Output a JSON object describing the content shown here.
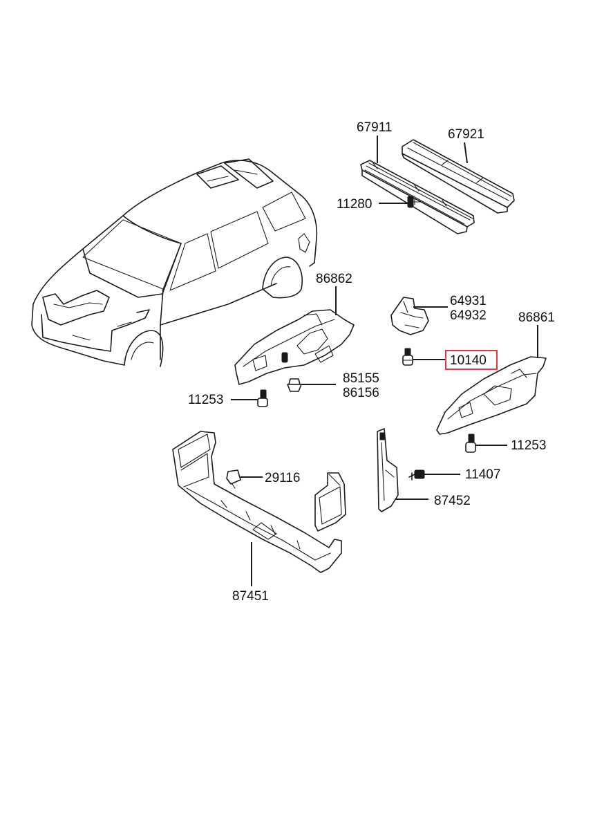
{
  "parts": [
    {
      "id": "p67911",
      "number": "67911"
    },
    {
      "id": "p67921",
      "number": "67921"
    },
    {
      "id": "p11280",
      "number": "11280"
    },
    {
      "id": "p86862",
      "number": "86862"
    },
    {
      "id": "p64931",
      "number": "64931"
    },
    {
      "id": "p64932",
      "number": "64932"
    },
    {
      "id": "p86861",
      "number": "86861"
    },
    {
      "id": "p10140",
      "number": "10140",
      "highlighted": true
    },
    {
      "id": "p85155",
      "number": "85155"
    },
    {
      "id": "p86156",
      "number": "86156"
    },
    {
      "id": "p11253a",
      "number": "11253"
    },
    {
      "id": "p11253b",
      "number": "11253"
    },
    {
      "id": "p29116",
      "number": "29116"
    },
    {
      "id": "p11407",
      "number": "11407"
    },
    {
      "id": "p87452",
      "number": "87452"
    },
    {
      "id": "p87451",
      "number": "87451"
    }
  ],
  "highlight_color": "#e0202a"
}
